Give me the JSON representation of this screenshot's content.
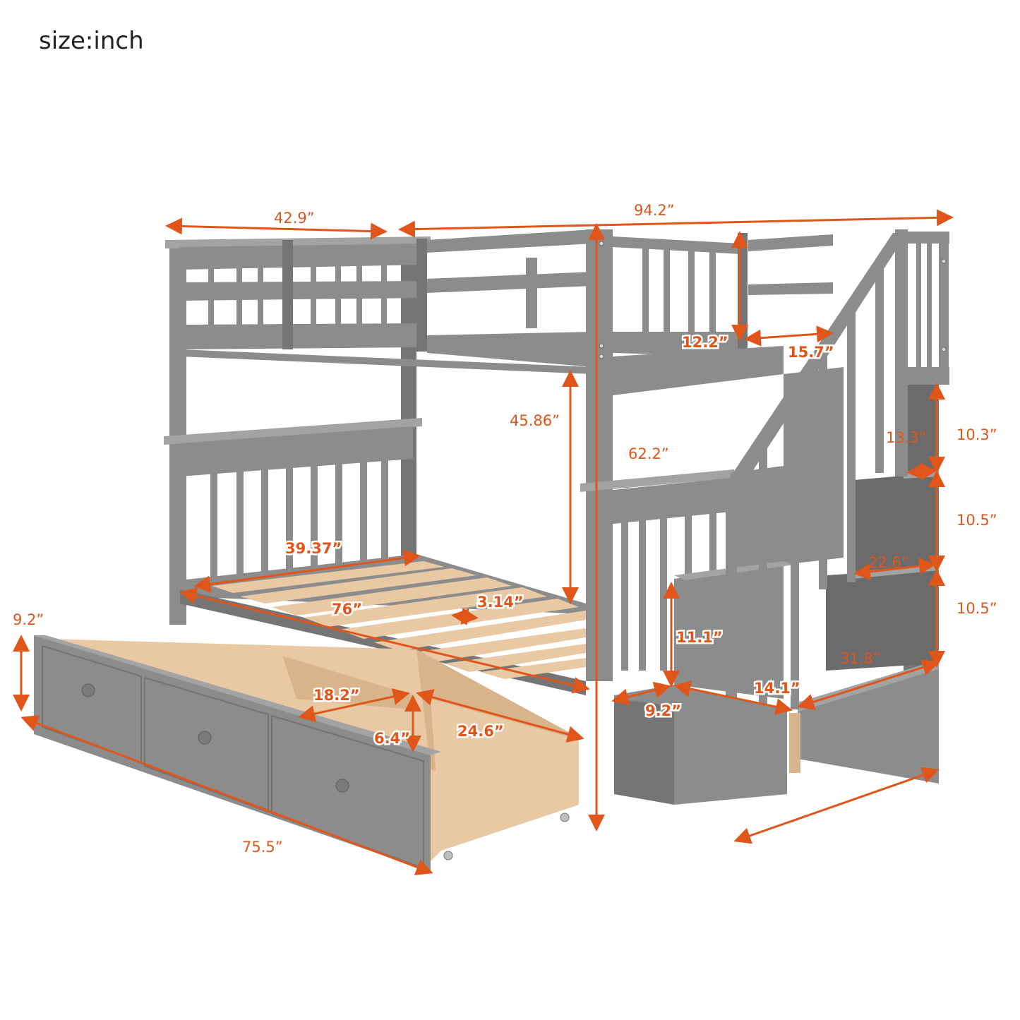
{
  "title": "size:inch",
  "colors": {
    "accent": "#e0561a",
    "frame": "#8c8c8c",
    "frame_dark": "#757575",
    "wood": "#e8c9a4",
    "background": "#ffffff",
    "title_text": "#222222"
  },
  "product": {
    "name": "Stairway bunk bed with storage stairs and trundle drawers",
    "finish": "gray"
  },
  "dimensions": {
    "bed_width": "42.9”",
    "overall_length": "94.2”",
    "guardrail_height": "12.2”",
    "guardrail_gap": "15.7”",
    "bottom_bunk_clearance": "45.86”",
    "overall_height": "62.2”",
    "stair_top_cubby_width": "13.3”",
    "stair_cubby_height_top": "10.3”",
    "stair_cubby_height_middle": "10.5”",
    "stair_cubby_height_bottom": "10.5”",
    "stair_middle_shelf_depth": "22.6”",
    "stair_bottom_shelf_depth": "31.8”",
    "mattress_width": "39.37”",
    "mattress_length": "76”",
    "slat_spacing": "3.14”",
    "first_step_height": "11.1”",
    "step_depth": "14.1”",
    "step_width": "9.2”",
    "drawer_height": "9.2”",
    "drawer_compartment_width": "18.2”",
    "drawer_inner_height": "6.4”",
    "drawer_depth": "24.6”",
    "drawer_length": "75.5”"
  }
}
